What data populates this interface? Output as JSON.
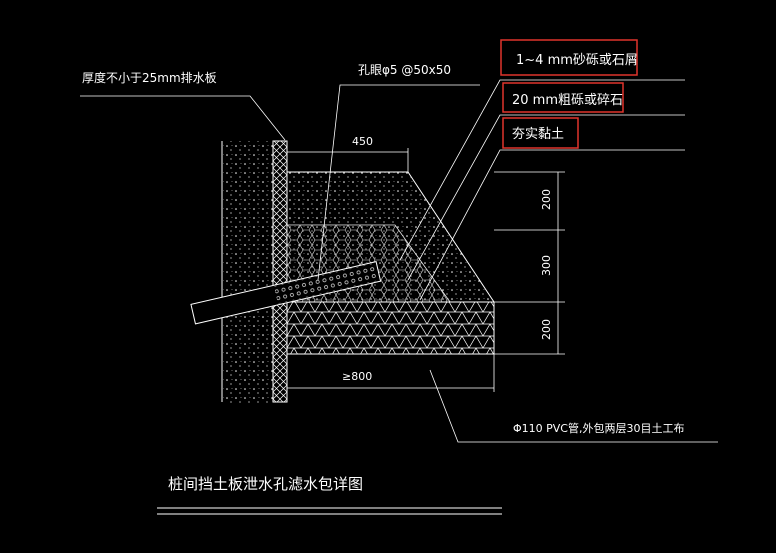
{
  "labels": {
    "drain_board": "厚度不小于25mm排水板",
    "holes": "孔眼φ5 @50x50",
    "layer_sand": "1~4 mm砂砾或石屑",
    "layer_gravel": "20 mm粗砾或碎石",
    "layer_clay": "夯实黏土",
    "pipe": "Φ110 PVC管,外包两层30目土工布",
    "title": "桩间挡土板泄水孔滤水包详图"
  },
  "dimensions": {
    "top_width": "450",
    "dim_upper": "200",
    "dim_middle": "300",
    "dim_lower": "200",
    "bottom_width": "≥800"
  },
  "colors": {
    "background": "#000000",
    "line": "#ffffff",
    "highlight_box": "#e0342c"
  }
}
